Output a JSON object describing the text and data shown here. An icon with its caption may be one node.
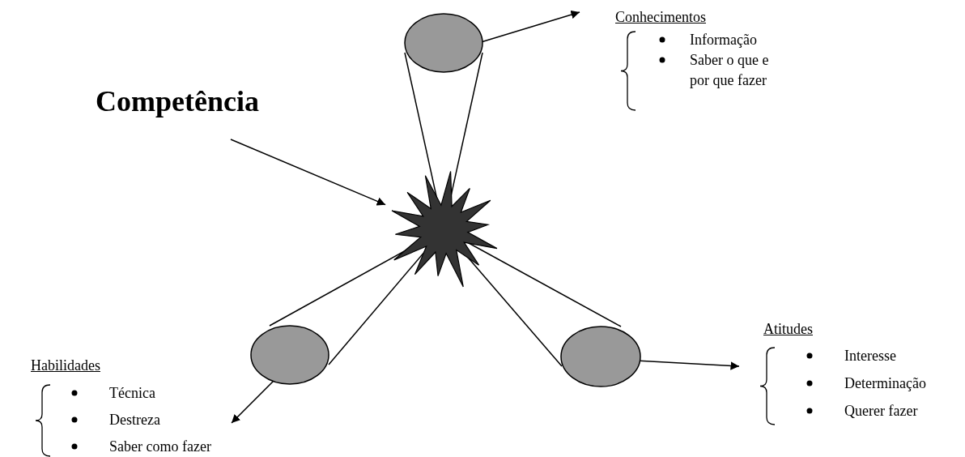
{
  "diagram": {
    "nodes": [
      {
        "text": [],
        "shape": "ellipse"
      },
      {
        "text": [
          "Conhecimentos",
          "Informação",
          "Saber o que e por que fazer"
        ]
      },
      {
        "text": [
          "Competência"
        ]
      },
      {
        "text": [],
        "shape": "star"
      },
      {
        "text": [],
        "shape": "ellipse"
      },
      {
        "text": [],
        "shape": "ellipse"
      },
      {
        "text": [
          "Atitudes",
          "Interesse",
          "Determinação",
          "Querer fazer"
        ]
      },
      {
        "text": [
          "Habilidades",
          "Técnica",
          "Destreza",
          "Saber como fazer"
        ]
      }
    ],
    "edges": [
      {
        "from": 2,
        "to": 3,
        "arrow": "to"
      },
      {
        "from": 0,
        "to": 1,
        "arrow": "to"
      },
      {
        "from": 0,
        "to": 3,
        "arrow": "none"
      },
      {
        "from": 0,
        "to": 3,
        "arrow": "none"
      },
      {
        "from": 4,
        "to": 3,
        "arrow": "none"
      },
      {
        "from": 4,
        "to": 3,
        "arrow": "none"
      },
      {
        "from": 5,
        "to": 3,
        "arrow": "none"
      },
      {
        "from": 5,
        "to": 3,
        "arrow": "none"
      },
      {
        "from": 4,
        "to": 7,
        "arrow": "to"
      },
      {
        "from": 5,
        "to": 6,
        "arrow": "to"
      }
    ]
  }
}
